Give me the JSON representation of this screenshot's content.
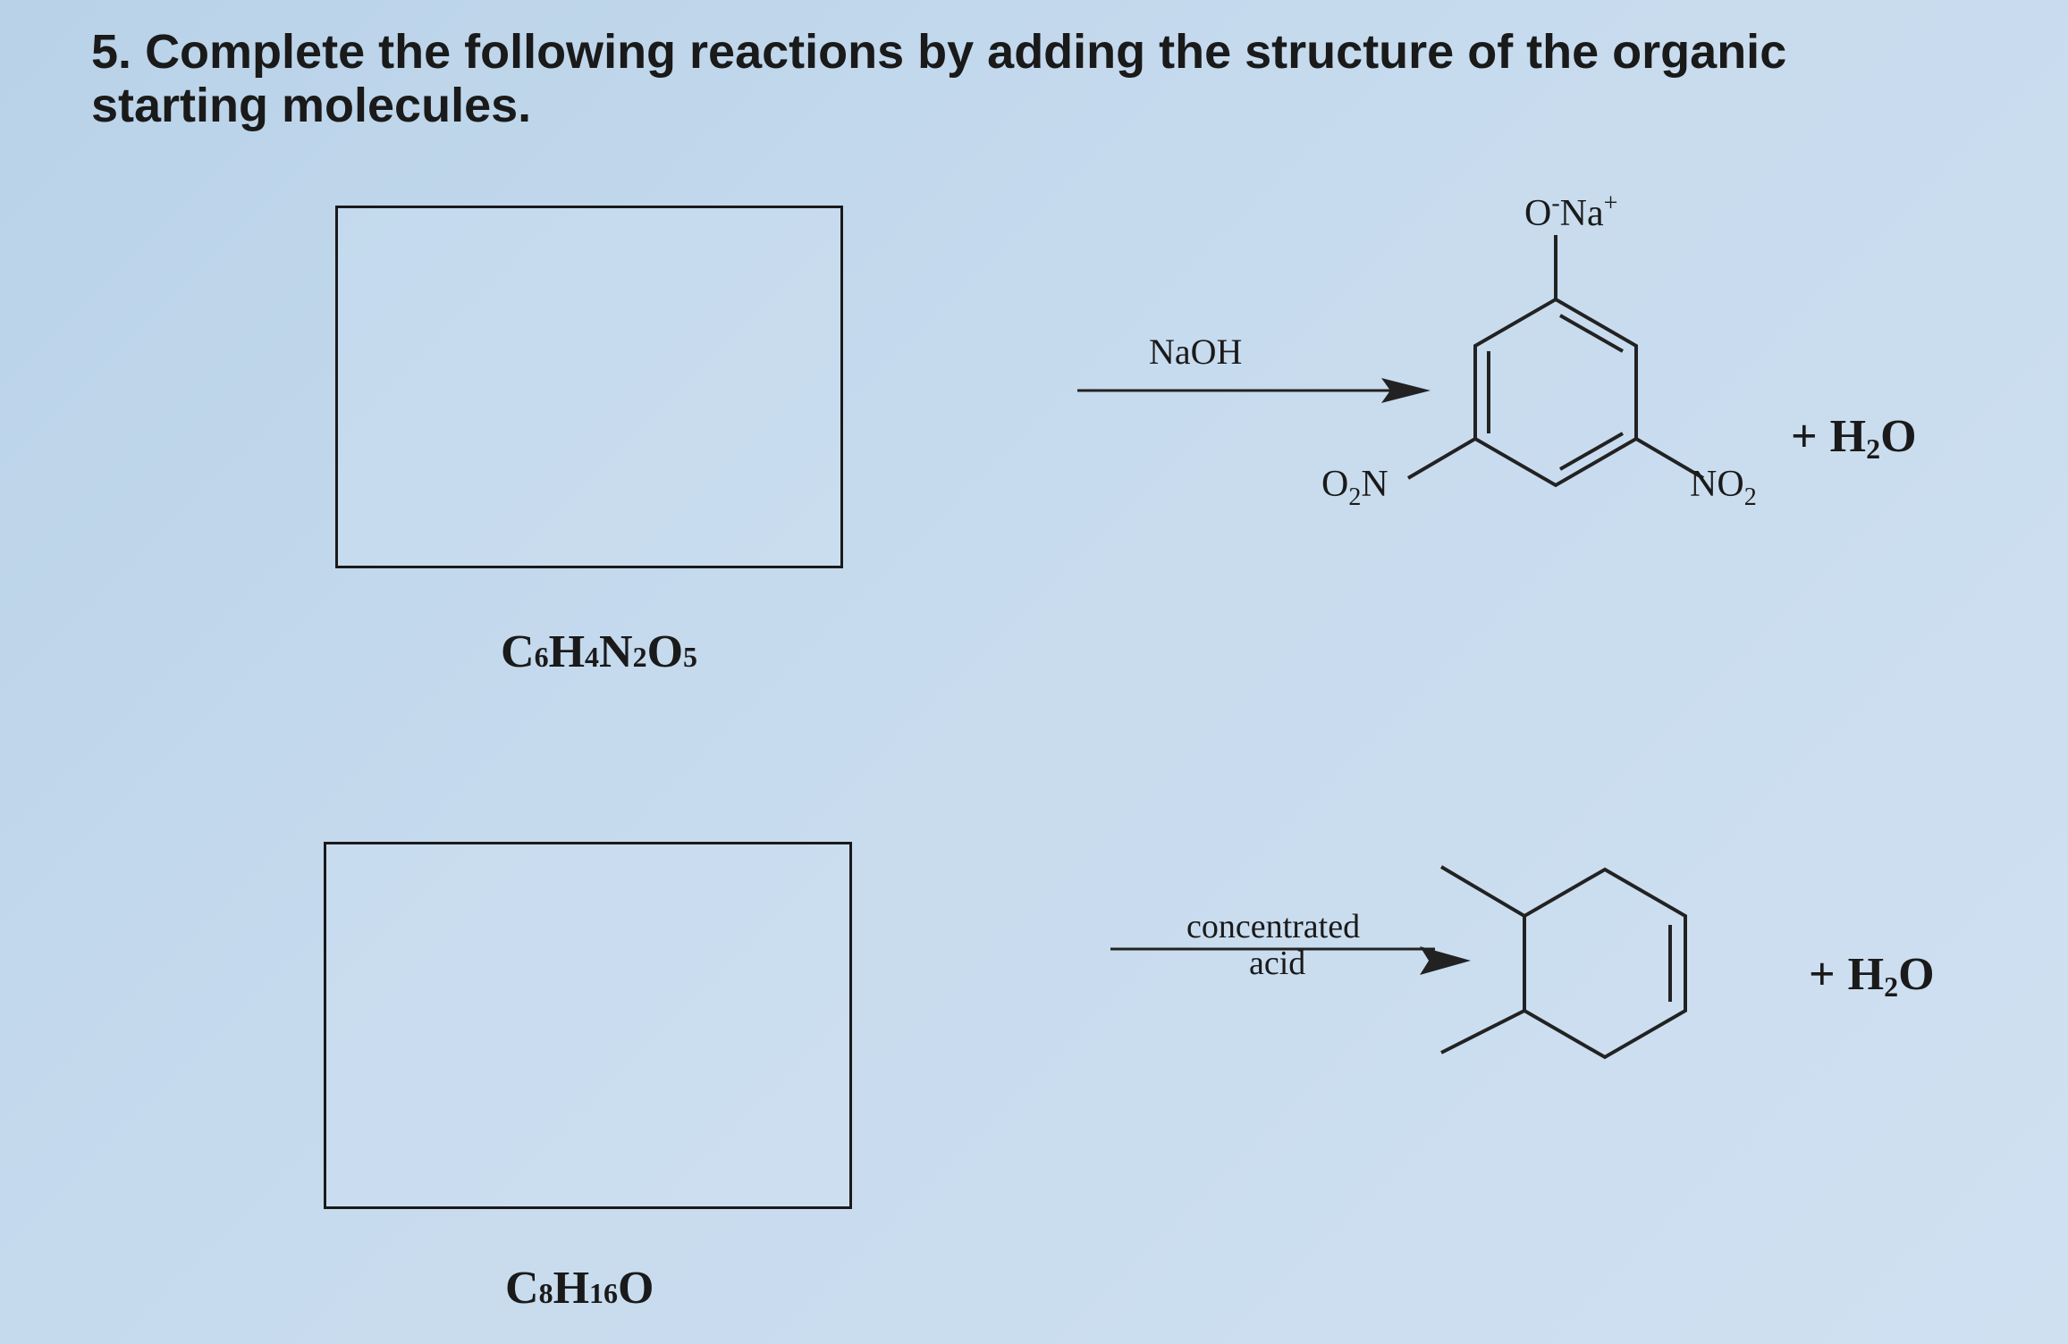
{
  "question": {
    "number": "5.",
    "text": "Complete the following reactions by adding the structure of the organic starting molecules."
  },
  "reaction1": {
    "answer_formula": [
      "C",
      "6",
      "H",
      "4",
      "N",
      "2",
      "O",
      "5"
    ],
    "reagent": "NaOH",
    "product": {
      "top_substituent": {
        "o": "O",
        "charge": "-",
        "na": "Na",
        "plus": "+"
      },
      "left_substituent": {
        "o": "O",
        "sub": "2",
        "n": "N"
      },
      "right_substituent": {
        "n": "N",
        "o": "O",
        "sub": "2"
      }
    },
    "byproduct": {
      "plus": "+",
      "h": "H",
      "sub": "2",
      "o": "O"
    }
  },
  "reaction2": {
    "answer_formula": [
      "C",
      "8",
      "H",
      "16",
      "O"
    ],
    "reagent_line1": "concentrated",
    "reagent_line2": "acid",
    "byproduct": {
      "plus": "+",
      "h": "H",
      "sub": "2",
      "o": "O"
    }
  }
}
